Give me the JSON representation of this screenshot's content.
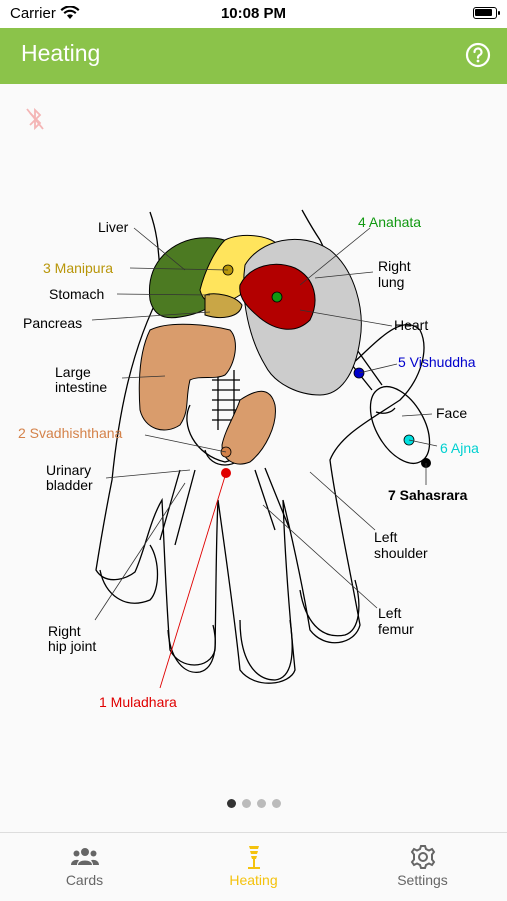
{
  "status": {
    "carrier": "Carrier",
    "time": "10:08 PM",
    "battery_level": 0.9
  },
  "appbar": {
    "title": "Heating"
  },
  "diagram": {
    "labels": {
      "liver": "Liver",
      "anahata": "4 Anahata",
      "manipura": "3 Manipura",
      "right_lung_1": "Right",
      "right_lung_2": "lung",
      "stomach": "Stomach",
      "pancreas": "Pancreas",
      "heart": "Heart",
      "large_int_1": "Large",
      "large_int_2": "intestine",
      "vishuddha": "5 Vishuddha",
      "face": "Face",
      "svadhishthana": "2 Svadhishthana",
      "ajna": "6 Ajna",
      "urinary_1": "Urinary",
      "urinary_2": "bladder",
      "sahasrara": "7 Sahasrara",
      "left_shoulder_1": "Left",
      "left_shoulder_2": "shoulder",
      "left_femur_1": "Left",
      "left_femur_2": "femur",
      "right_hip_1": "Right",
      "right_hip_2": "hip joint",
      "muladhara": "1 Muladhara"
    },
    "colors": {
      "muladhara": "#e00000",
      "svadhishthana": "#d4824a",
      "manipura": "#b8960a",
      "anahata": "#119911",
      "vishuddha": "#0000cc",
      "ajna": "#00e0e0",
      "sahasrara": "#000000",
      "liver": "#4c7a22",
      "stomach": "#ffe45c",
      "pancreas": "#c9a646",
      "heart": "#b30000",
      "lungs": "#cccccc",
      "intestine": "#d99c6c"
    }
  },
  "pager": {
    "count": 4,
    "active": 0
  },
  "tabs": [
    {
      "label": "Cards",
      "icon": "group-icon"
    },
    {
      "label": "Heating",
      "icon": "heater-icon"
    },
    {
      "label": "Settings",
      "icon": "gear-icon"
    }
  ]
}
